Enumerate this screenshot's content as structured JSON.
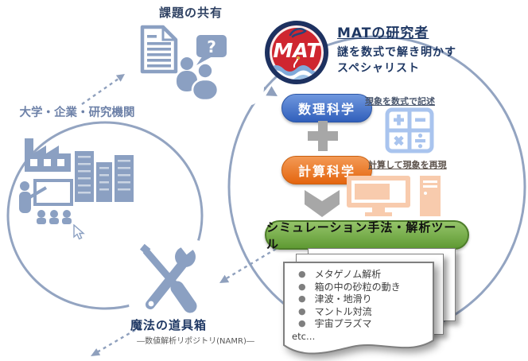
{
  "labels": {
    "problem_sharing": "課題の共有",
    "university_group": "大学・企業・研究機関",
    "toolbox": "魔法の道具箱",
    "toolbox_note": "―数値解析リポジトリ(NAMR)―",
    "question_mark": "?"
  },
  "mat": {
    "logo_text": "MAT",
    "title": "MATの研究者",
    "subtitle1": "謎を数式で解き明かす",
    "subtitle2": "スペシャリスト"
  },
  "flow": {
    "math": {
      "label": "数理科学",
      "note": "現象を数式で記述"
    },
    "computation": {
      "label": "計算科学",
      "note": "計算して現象を再現"
    },
    "result": "シミュレーション手法・解析ツール"
  },
  "examples": {
    "items": [
      "メタゲノム解析",
      "箱の中の砂粒の動き",
      "津波・地滑り",
      "マントル対流",
      "宇宙プラズマ"
    ],
    "etc": "etc…"
  },
  "colors": {
    "math_pill": "#3f6fc4",
    "computation_pill": "#ed7d31",
    "result_pill": "#70ad47",
    "icon_slate": "#8ba0c2",
    "navy_text": "#1f3864",
    "arrow_gray": "#a7a7a7",
    "calculator_blue": "#a9c4ee",
    "computer_peach": "#f8cbad"
  }
}
